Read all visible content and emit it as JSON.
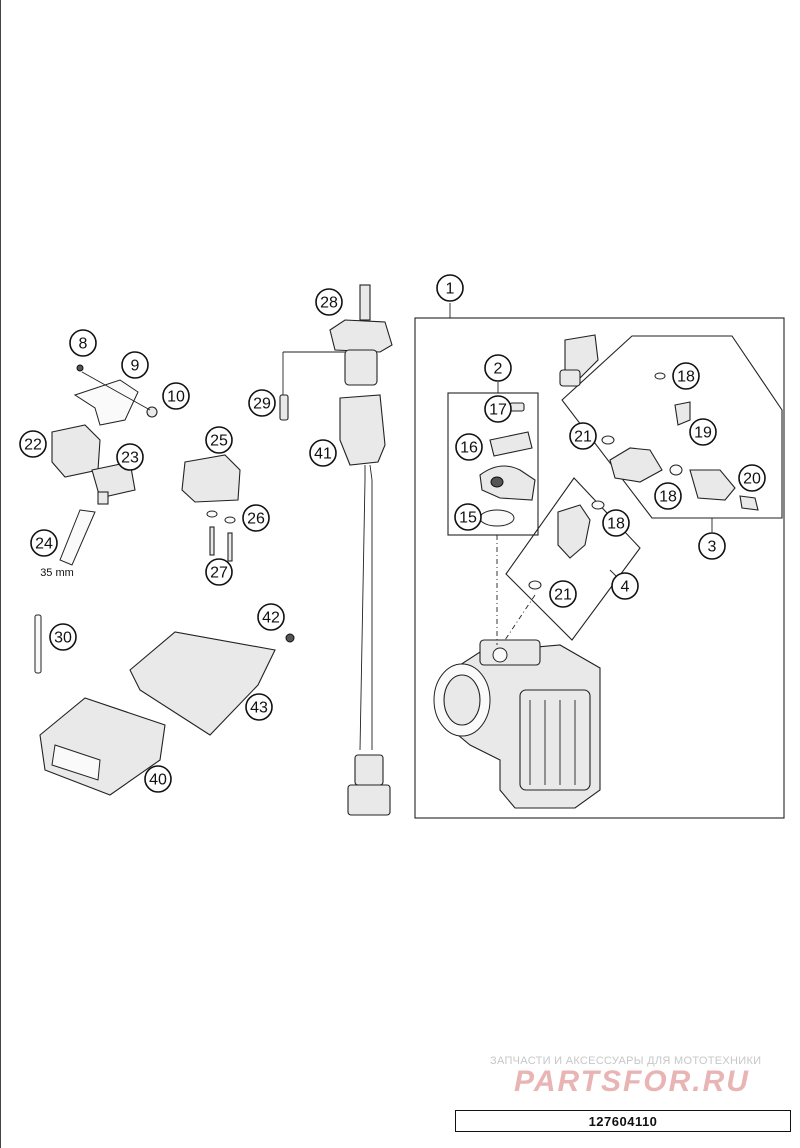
{
  "diagram": {
    "callouts": [
      {
        "id": "c1",
        "label": "1"
      },
      {
        "id": "c2",
        "label": "2"
      },
      {
        "id": "c3",
        "label": "3"
      },
      {
        "id": "c4",
        "label": "4"
      },
      {
        "id": "c8",
        "label": "8"
      },
      {
        "id": "c9",
        "label": "9"
      },
      {
        "id": "c10",
        "label": "10"
      },
      {
        "id": "c15",
        "label": "15"
      },
      {
        "id": "c16",
        "label": "16"
      },
      {
        "id": "c17",
        "label": "17"
      },
      {
        "id": "c18a",
        "label": "18"
      },
      {
        "id": "c18b",
        "label": "18"
      },
      {
        "id": "c18c",
        "label": "18"
      },
      {
        "id": "c19",
        "label": "19"
      },
      {
        "id": "c20",
        "label": "20"
      },
      {
        "id": "c21a",
        "label": "21"
      },
      {
        "id": "c21b",
        "label": "21"
      },
      {
        "id": "c22",
        "label": "22"
      },
      {
        "id": "c23",
        "label": "23"
      },
      {
        "id": "c24",
        "label": "24"
      },
      {
        "id": "c25",
        "label": "25"
      },
      {
        "id": "c26",
        "label": "26"
      },
      {
        "id": "c27",
        "label": "27"
      },
      {
        "id": "c28",
        "label": "28"
      },
      {
        "id": "c29",
        "label": "29"
      },
      {
        "id": "c30",
        "label": "30"
      },
      {
        "id": "c40",
        "label": "40"
      },
      {
        "id": "c41",
        "label": "41"
      },
      {
        "id": "c42",
        "label": "42"
      },
      {
        "id": "c43",
        "label": "43"
      }
    ],
    "dimension_label": "35 mm"
  },
  "watermark": {
    "caption": "ЗАПЧАСТИ И АКСЕССУАРЫ ДЛЯ МОТОТЕХНИКИ",
    "logo_text": "PARTSFOR.RU",
    "color": "#e8b4b4"
  },
  "footer": {
    "drawing_number": "127604110"
  }
}
